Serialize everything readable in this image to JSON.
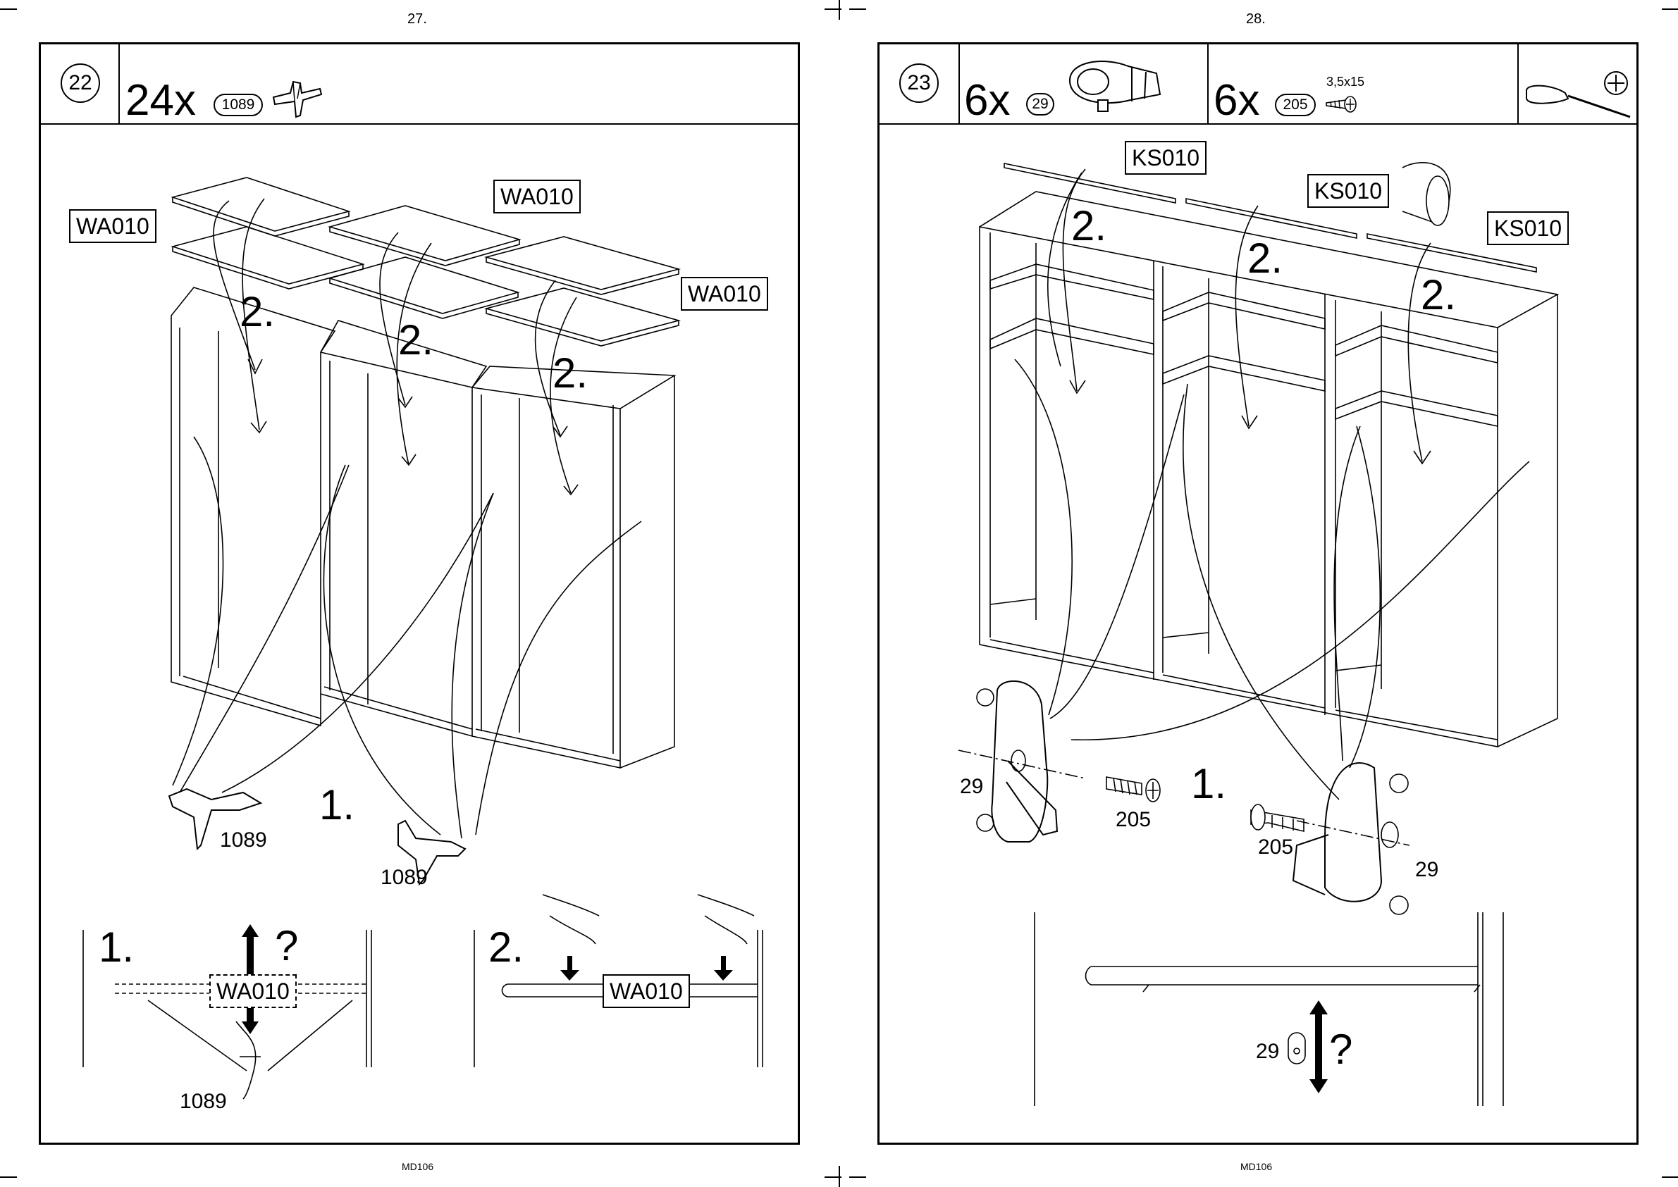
{
  "left_page": {
    "page_number": "27.",
    "footer": "MD106",
    "step": {
      "number": "22",
      "parts": [
        {
          "qty": "24x",
          "code": "1089"
        }
      ]
    },
    "labels": {
      "wa_left": "WA010",
      "wa_top": "WA010",
      "wa_right": "WA010",
      "sub_two": "2.",
      "sub_one": "1.",
      "part_1089_a": "1089",
      "part_1089_b": "1089"
    },
    "detail_1": {
      "step": "1.",
      "box": "WA010",
      "question": "?",
      "part": "1089"
    },
    "detail_2": {
      "step": "2.",
      "box": "WA010"
    }
  },
  "right_page": {
    "page_number": "28.",
    "footer": "MD106",
    "step": {
      "number": "23",
      "parts": [
        {
          "qty": "6x",
          "code": "29"
        },
        {
          "qty": "6x",
          "code": "205",
          "spec": "3,5x15"
        }
      ],
      "tool": "screwdriver-icon"
    },
    "labels": {
      "ks_1": "KS010",
      "ks_2": "KS010",
      "ks_3": "KS010",
      "sub_two": "2.",
      "sub_one": "1.",
      "part_29_a": "29",
      "part_29_b": "29",
      "part_205_a": "205",
      "part_205_b": "205"
    },
    "detail": {
      "part": "29",
      "question": "?"
    }
  }
}
